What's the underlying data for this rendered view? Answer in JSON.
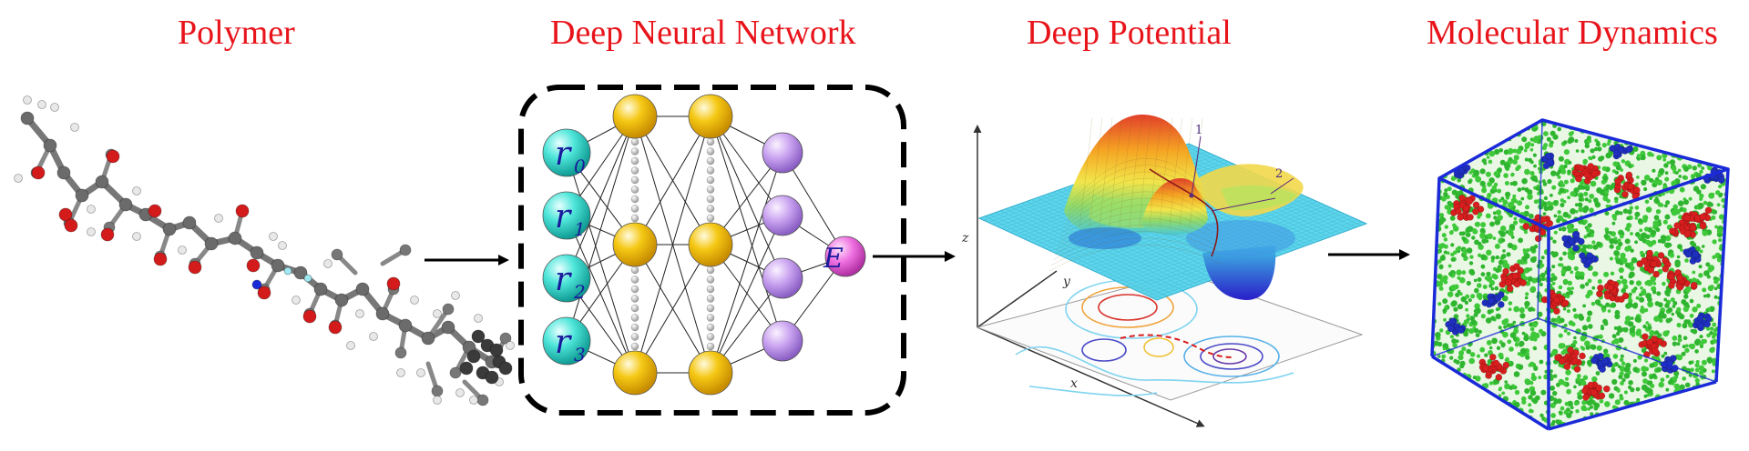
{
  "titles": {
    "polymer": "Polymer",
    "dnn": "Deep Neural Network",
    "dp": "Deep Potential",
    "md": "Molecular Dynamics"
  },
  "network": {
    "inputs": [
      {
        "base": "r",
        "sub": "0"
      },
      {
        "base": "r",
        "sub": "1"
      },
      {
        "base": "r",
        "sub": "2"
      },
      {
        "base": "r",
        "sub": "3"
      }
    ],
    "output": "E"
  },
  "potential": {
    "axis_z": "z",
    "axis_y": "y",
    "axis_x": "x",
    "path_label_1": "1",
    "path_label_2": "2"
  },
  "colors": {
    "title": "#e8141b",
    "input_node": "#3fe0d4",
    "hidden_node": "#f1c40f",
    "pre_output_node": "#c9a2f0",
    "output_node": "#ee6fe0",
    "atom_green": "#2fb52f",
    "atom_red": "#d81e1e",
    "atom_blue": "#1f2fc0",
    "box_edge": "#1a2ad8"
  }
}
